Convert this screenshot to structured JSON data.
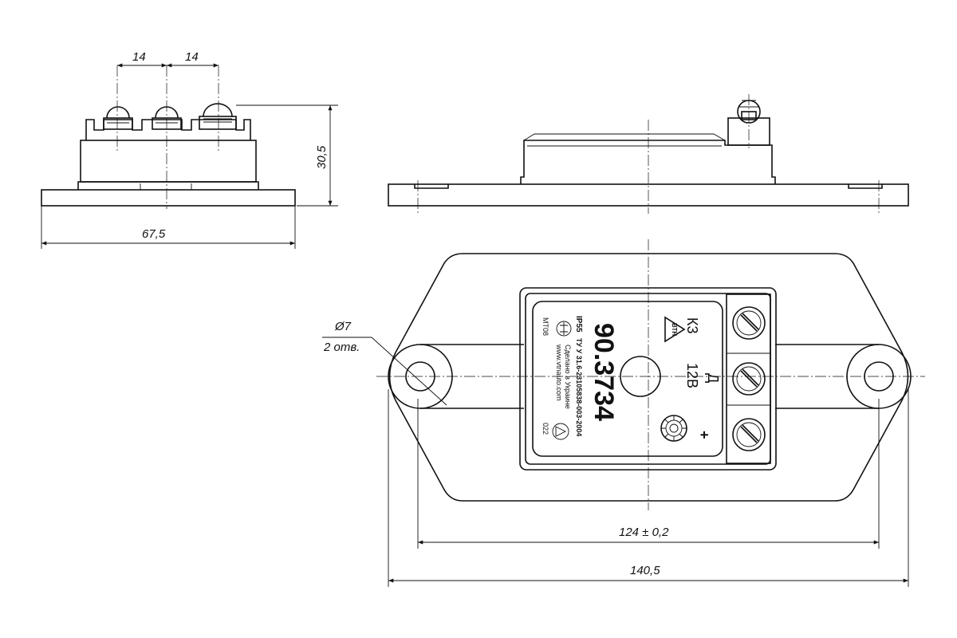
{
  "dimensions": {
    "pitch_left": "14",
    "pitch_right": "14",
    "height": "30,5",
    "width_side": "67,5",
    "hole_diameter": "Ø7",
    "hole_count": "2 отв.",
    "hole_spacing": "124 ± 0,2",
    "overall_length": "140,5"
  },
  "label": {
    "model": "90.3734",
    "voltage": "12В",
    "ip_rating": "IP55",
    "spec": "ТУ У 31.6-23105838-003-2004",
    "made_in": "Сделано в Украине",
    "website": "www.vtnauto.com",
    "code_mt": "МТ08",
    "code_022": "022",
    "brand_logo": "ВТН",
    "terminal_k3": "К3",
    "terminal_d": "Д",
    "terminal_plus": "+"
  },
  "colors": {
    "line": "#111111",
    "background": "#ffffff"
  }
}
